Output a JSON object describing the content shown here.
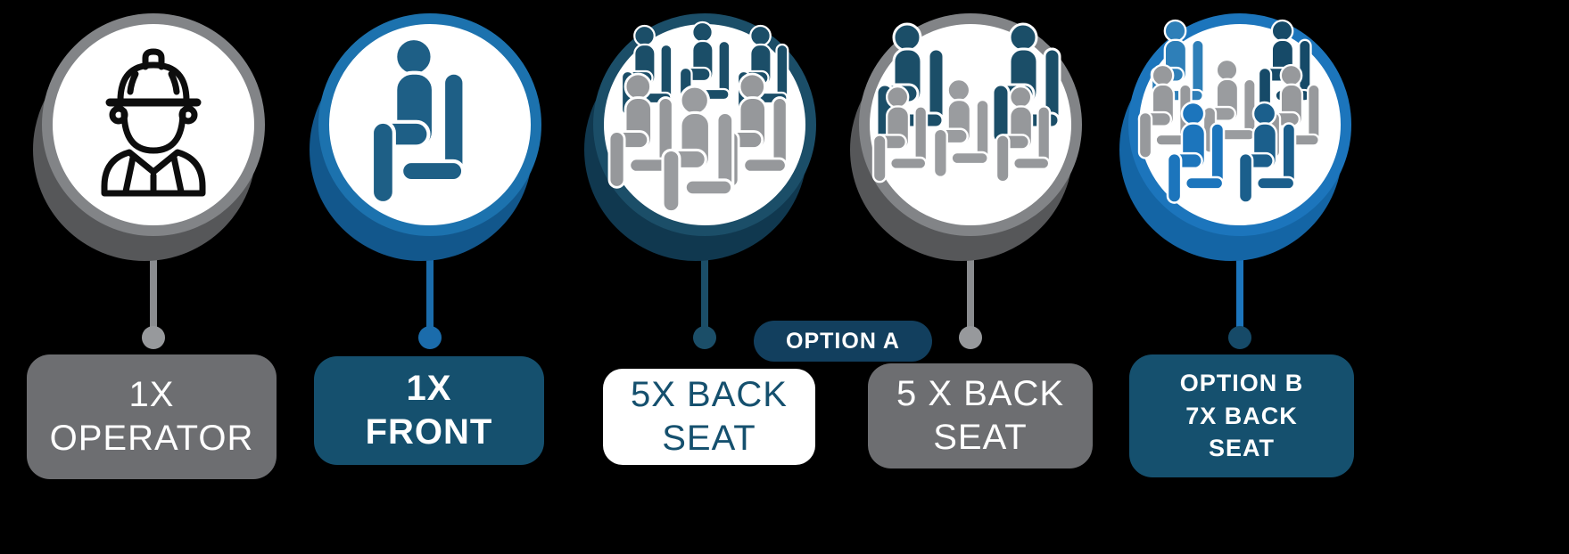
{
  "title": "Vehicle seating configuration infographic",
  "background": "#000000",
  "palette": {
    "gray": "#6d6e71",
    "gray_ring": "#828487",
    "gray_shadow": "#565759",
    "navy": "#15506e",
    "navy_deep": "#10384f",
    "blue": "#1c75bc",
    "blue_mid": "#1b6cab",
    "white": "#ffffff",
    "icon_black": "#0d0d0d"
  },
  "columns": [
    {
      "id": "operator",
      "theme": "gray",
      "icon": "operator-hard-hat-icon",
      "label": "1X\nOPERATOR"
    },
    {
      "id": "front-seat",
      "theme": "blue",
      "icon": "single-seated-passenger-icon",
      "label": "1X\nFRONT"
    },
    {
      "id": "back-seat-option-a",
      "theme": "navy",
      "icon": "five-passengers-seated-icon",
      "label": "5X BACK\nSEAT"
    },
    {
      "id": "back-seat-alt",
      "theme": "gray",
      "icon": "five-passengers-seated-icon",
      "label": "5 X BACK\nSEAT"
    },
    {
      "id": "back-seat-option-b",
      "theme": "blue",
      "icon": "seven-passengers-seated-icon",
      "label": "OPTION B\n7X BACK\nSEAT"
    }
  ],
  "badge": {
    "label": "OPTION A"
  }
}
